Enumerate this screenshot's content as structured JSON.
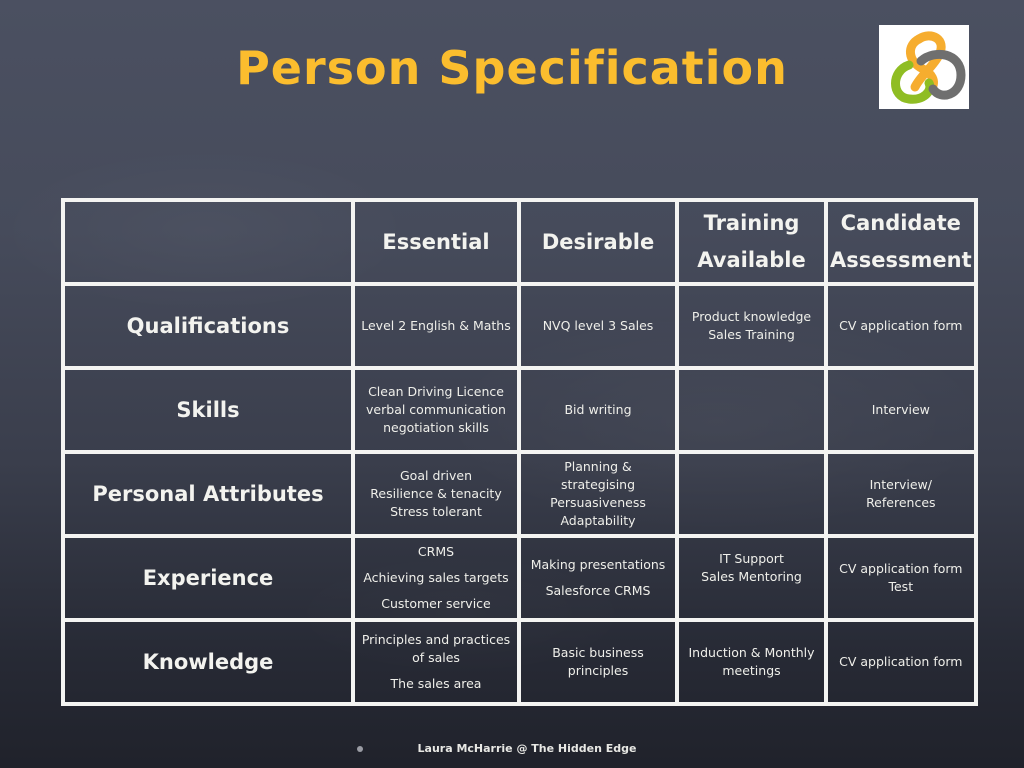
{
  "slide": {
    "title": "Person Specification",
    "title_color": "#fbbd2e",
    "logo": "interlocking-rings-logo",
    "logo_colors": [
      "#f6ad2f",
      "#8fbd23",
      "#6f6f6f"
    ],
    "footer": "Laura McHarrie @ The Hidden Edge"
  },
  "table": {
    "headers": [
      {
        "lines": [
          ""
        ]
      },
      {
        "lines": [
          "Essential"
        ]
      },
      {
        "lines": [
          "Desirable"
        ]
      },
      {
        "lines": [
          "Training",
          "Available"
        ]
      },
      {
        "lines": [
          "Candidate",
          "Assessment"
        ]
      }
    ],
    "rows": [
      {
        "label": "Qualifications",
        "essential": [
          "Level 2 English & Maths"
        ],
        "desirable": [
          "NVQ level 3 Sales"
        ],
        "training": [
          "Product knowledge",
          "Sales Training"
        ],
        "assessment": [
          "CV application form"
        ]
      },
      {
        "label": "Skills",
        "essential": [
          "Clean Driving Licence",
          "verbal communication",
          "negotiation skills"
        ],
        "desirable": [
          "Bid writing"
        ],
        "training": [],
        "assessment": [
          "Interview"
        ]
      },
      {
        "label": "Personal Attributes",
        "essential": [
          "Goal driven",
          "Resilience & tenacity",
          "Stress tolerant"
        ],
        "desirable": [
          "Planning &",
          "strategising",
          "Persuasiveness",
          "Adaptability"
        ],
        "training": [],
        "assessment": [
          "Interview/",
          "References"
        ]
      },
      {
        "label": "Experience",
        "essential": [
          "CRMS",
          "Achieving sales targets",
          "Customer service"
        ],
        "desirable": [
          "Making presentations",
          "Salesforce CRMS"
        ],
        "training": [
          "IT Support",
          "Sales Mentoring"
        ],
        "assessment": [
          "CV application form",
          "Test"
        ]
      },
      {
        "label": "Knowledge",
        "essential": [
          "Principles and practices",
          "of sales",
          "The sales area"
        ],
        "desirable": [
          "Basic business",
          "principles"
        ],
        "training": [
          "Induction & Monthly",
          "meetings"
        ],
        "assessment": [
          "CV application form"
        ]
      }
    ]
  }
}
